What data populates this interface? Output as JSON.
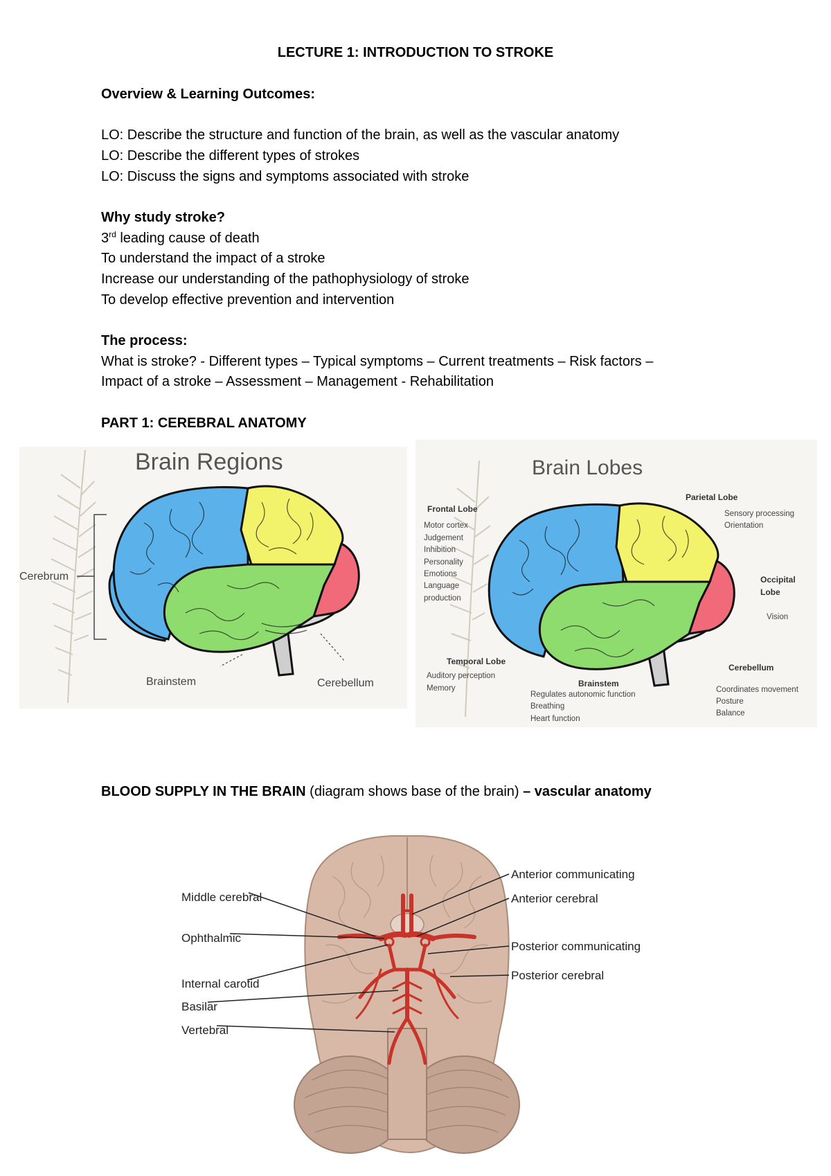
{
  "doc": {
    "title": "LECTURE 1: INTRODUCTION TO STROKE",
    "overview_heading": "Overview & Learning Outcomes:",
    "outcomes": [
      "LO: Describe the structure and function of the brain, as well as the vascular anatomy",
      "LO: Describe the different types of strokes",
      "LO: Discuss the signs and symptoms associated with stroke"
    ],
    "why_heading": "Why study stroke?",
    "why_first_num": "3",
    "why_first_sup": "rd",
    "why_first_rest": " leading cause of death",
    "why_items": [
      "To understand the impact of a stroke",
      "Increase our understanding of the pathophysiology of stroke",
      "To develop effective prevention and intervention"
    ],
    "process_heading": "The process:",
    "process_lines": [
      "What is stroke? - Different types – Typical symptoms – Current treatments – Risk factors –",
      "Impact of a stroke – Assessment – Management - Rehabilitation"
    ],
    "part1_heading": "PART 1: CEREBRAL ANATOMY",
    "blood_heading_bold": "BLOOD SUPPLY IN THE BRAIN",
    "blood_heading_normal": " (diagram shows base of the brain) ",
    "blood_heading_tail": "– vascular anatomy"
  },
  "regions_figure": {
    "title": "Brain Regions",
    "cerebrum": "Cerebrum",
    "brainstem": "Brainstem",
    "cerebellum": "Cerebellum"
  },
  "lobes_figure": {
    "title": "Brain Lobes",
    "frontal": {
      "name": "Frontal Lobe",
      "functions": [
        "Motor cortex",
        "Judgement",
        "Inhibition",
        "Personality",
        "Emotions",
        "Language",
        "production"
      ]
    },
    "parietal": {
      "name": "Parietal Lobe",
      "functions": [
        "Sensory processing",
        "Orientation"
      ]
    },
    "occipital": {
      "name_line1": "Occipital",
      "name_line2": "Lobe",
      "functions": [
        "Vision"
      ]
    },
    "temporal": {
      "name": "Temporal Lobe",
      "functions": [
        "Auditory perception",
        "Memory"
      ]
    },
    "brainstem": {
      "name": "Brainstem",
      "functions": [
        "Regulates autonomic function",
        "Breathing",
        "Heart function"
      ]
    },
    "cerebellum": {
      "name": "Cerebellum",
      "functions": [
        "Coordinates movement",
        "Posture",
        "Balance"
      ]
    }
  },
  "vascular_figure": {
    "left_labels": [
      "Middle cerebral",
      "Ophthalmic",
      "Internal carotid",
      "Basilar",
      "Vertebral"
    ],
    "right_labels": [
      "Anterior communicating",
      "Anterior cerebral",
      "Posterior communicating",
      "Posterior cerebral"
    ]
  },
  "colors": {
    "frontal": "#5bb1ea",
    "parietal": "#f2f26b",
    "temporal": "#8fdc6e",
    "occipital": "#f06a7a",
    "cerebellum": "#d9d9d9",
    "brain_base": "#d8b9a8",
    "artery": "#c8342a"
  }
}
